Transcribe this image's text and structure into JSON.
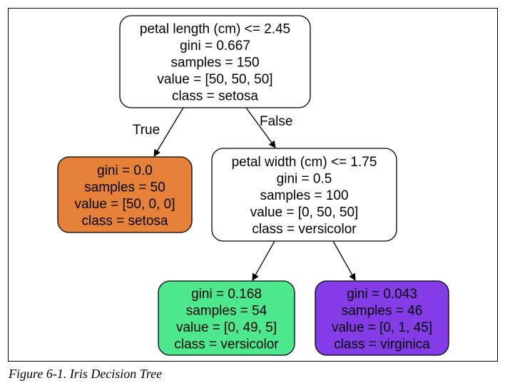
{
  "tree": {
    "nodes": [
      {
        "id": "root",
        "lines": [
          "petal length (cm) <= 2.45",
          "gini = 0.667",
          "samples = 150",
          "value = [50, 50, 50]",
          "class = setosa"
        ],
        "fill": "#ffffff"
      },
      {
        "id": "setosa-leaf",
        "lines": [
          "gini = 0.0",
          "samples = 50",
          "value = [50, 0, 0]",
          "class = setosa"
        ],
        "fill": "#e58139"
      },
      {
        "id": "split-petal-width",
        "lines": [
          "petal width (cm) <= 1.75",
          "gini = 0.5",
          "samples = 100",
          "value = [0, 50, 50]",
          "class = versicolor"
        ],
        "fill": "#ffffff"
      },
      {
        "id": "versicolor-leaf",
        "lines": [
          "gini = 0.168",
          "samples = 54",
          "value = [0, 49, 5]",
          "class = versicolor"
        ],
        "fill": "#4de88e"
      },
      {
        "id": "virginica-leaf",
        "lines": [
          "gini = 0.043",
          "samples = 46",
          "value = [0, 1, 45]",
          "class = virginica"
        ],
        "fill": "#843de6"
      }
    ],
    "edges": [
      {
        "from": "root",
        "to": "setosa-leaf",
        "label": "True"
      },
      {
        "from": "root",
        "to": "split-petal-width",
        "label": "False"
      },
      {
        "from": "split-petal-width",
        "to": "versicolor-leaf",
        "label": ""
      },
      {
        "from": "split-petal-width",
        "to": "virginica-leaf",
        "label": ""
      }
    ]
  },
  "caption": "Figure 6-1. Iris Decision Tree"
}
